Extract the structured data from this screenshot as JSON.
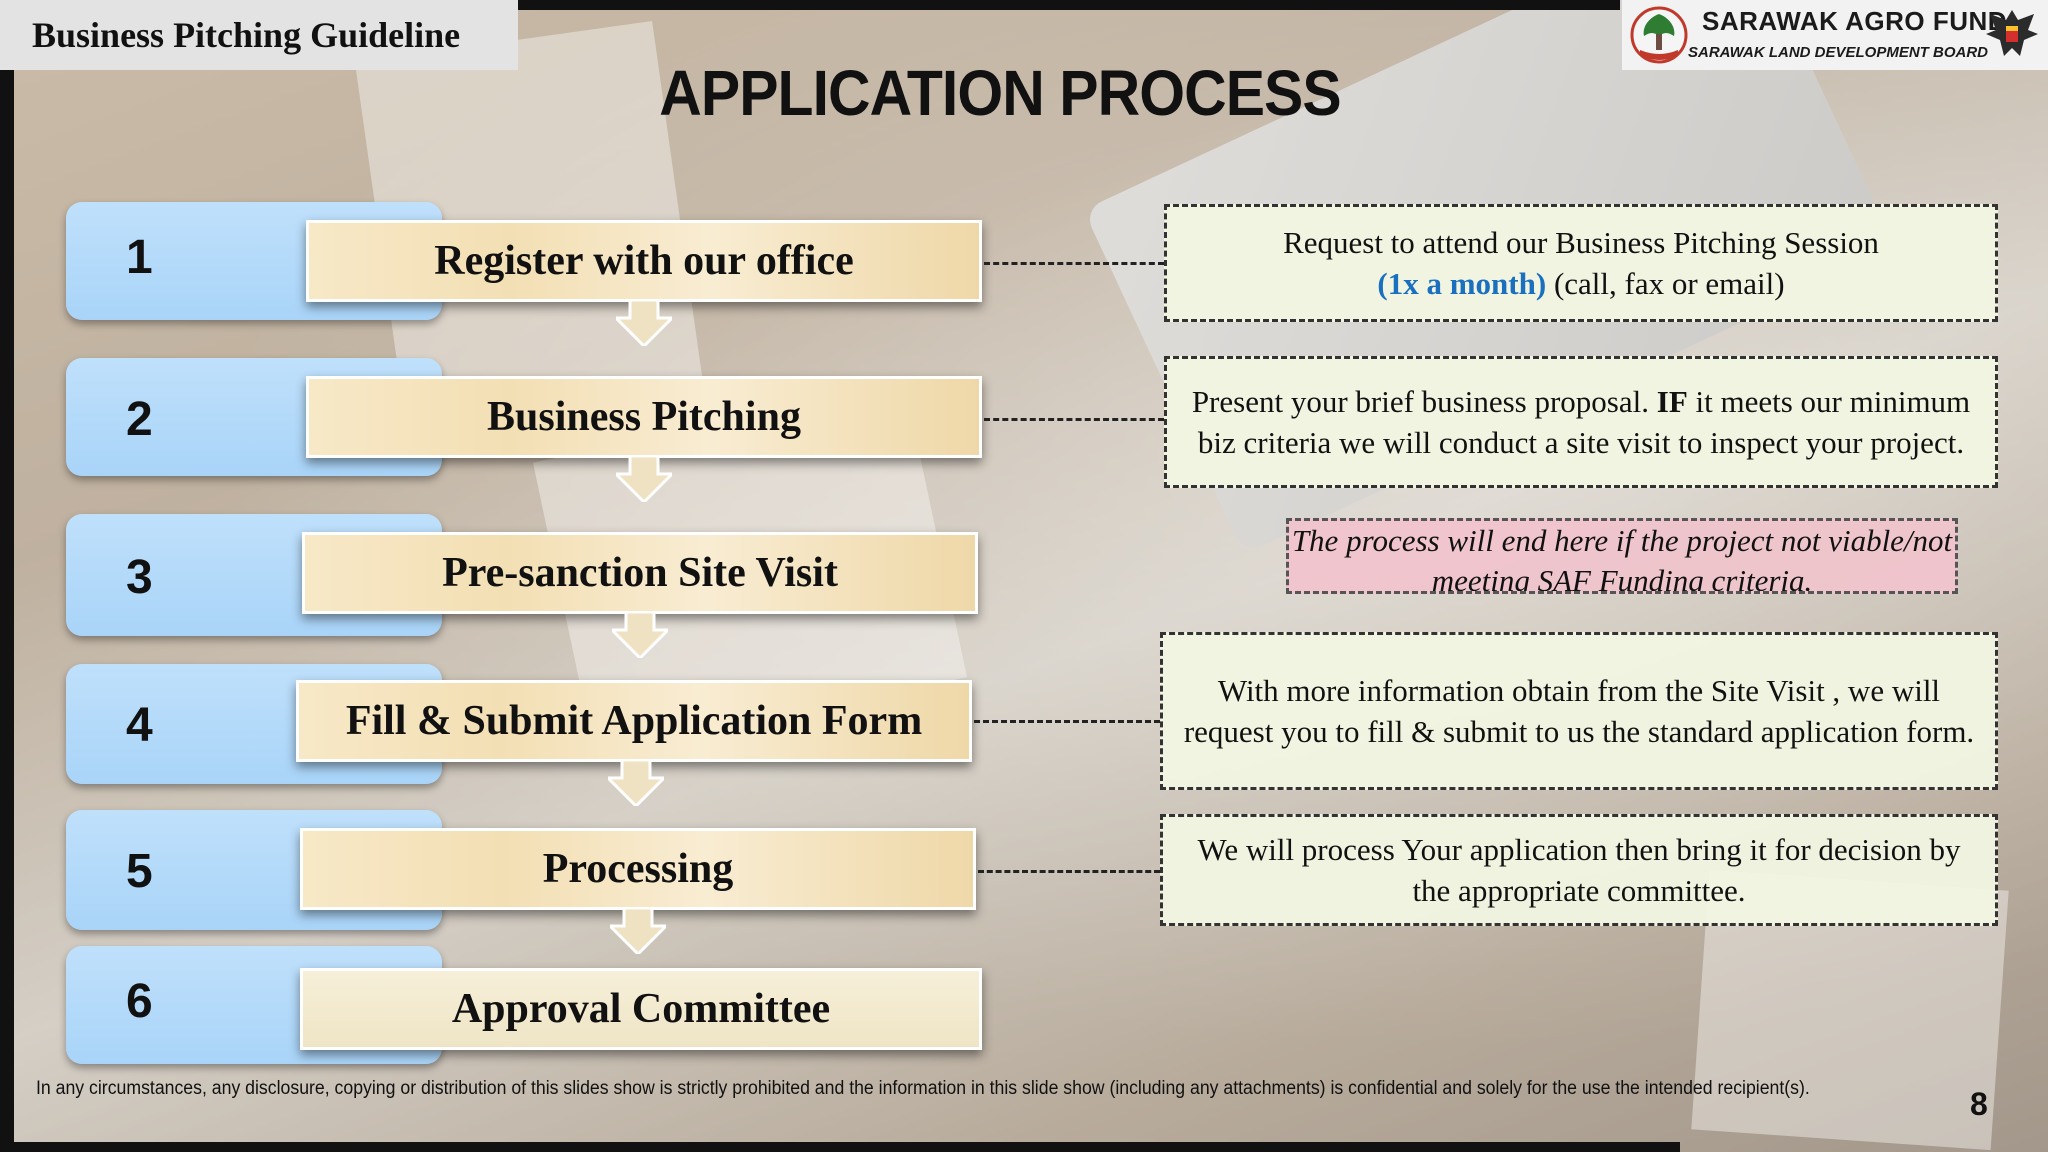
{
  "header": {
    "guideline_label": "Business Pitching Guideline",
    "title": "APPLICATION PROCESS"
  },
  "logo": {
    "title": "SARAWAK AGRO FUND",
    "subtitle": "SARAWAK LAND DEVELOPMENT BOARD",
    "emblem_icon": "tree-emblem-icon",
    "crest_icon": "state-crest-icon"
  },
  "steps": [
    {
      "number": "1",
      "label": "Register with our office"
    },
    {
      "number": "2",
      "label": "Business Pitching"
    },
    {
      "number": "3",
      "label": "Pre-sanction Site Visit"
    },
    {
      "number": "4",
      "label": "Fill & Submit Application Form"
    },
    {
      "number": "5",
      "label": "Processing"
    },
    {
      "number": "6",
      "label": "Approval Committee"
    }
  ],
  "details": {
    "step1": {
      "line1": "Request to attend our Business Pitching Session",
      "highlight": "(1x a month)",
      "line2_rest": " (call, fax or email)"
    },
    "step2": {
      "before": "Present your brief business proposal. ",
      "emphasis": "IF",
      "after": " it meets our minimum biz criteria we will conduct a site visit to inspect your project."
    },
    "note": "The process will end here if the project not viable/not meeting SAF Funding criteria.",
    "step4": "With more information obtain from the Site Visit , we will request you to fill & submit to us the standard application form.",
    "step5": "We will process Your application then bring it for decision by the appropriate committee."
  },
  "footer": {
    "disclaimer": "In any circumstances, any disclosure, copying or distribution of this slides show is strictly prohibited and the information  in this slide show (including any attachments) is confidential and solely for the use the intended recipient(s).",
    "page_number": "8"
  },
  "colors": {
    "tab_blue": "#a9d4f8",
    "bar_cream": "#f3dfb4",
    "info_green": "#f1f6e1",
    "note_pink": "#f0c4cc",
    "highlight_blue": "#1a6fbf"
  }
}
